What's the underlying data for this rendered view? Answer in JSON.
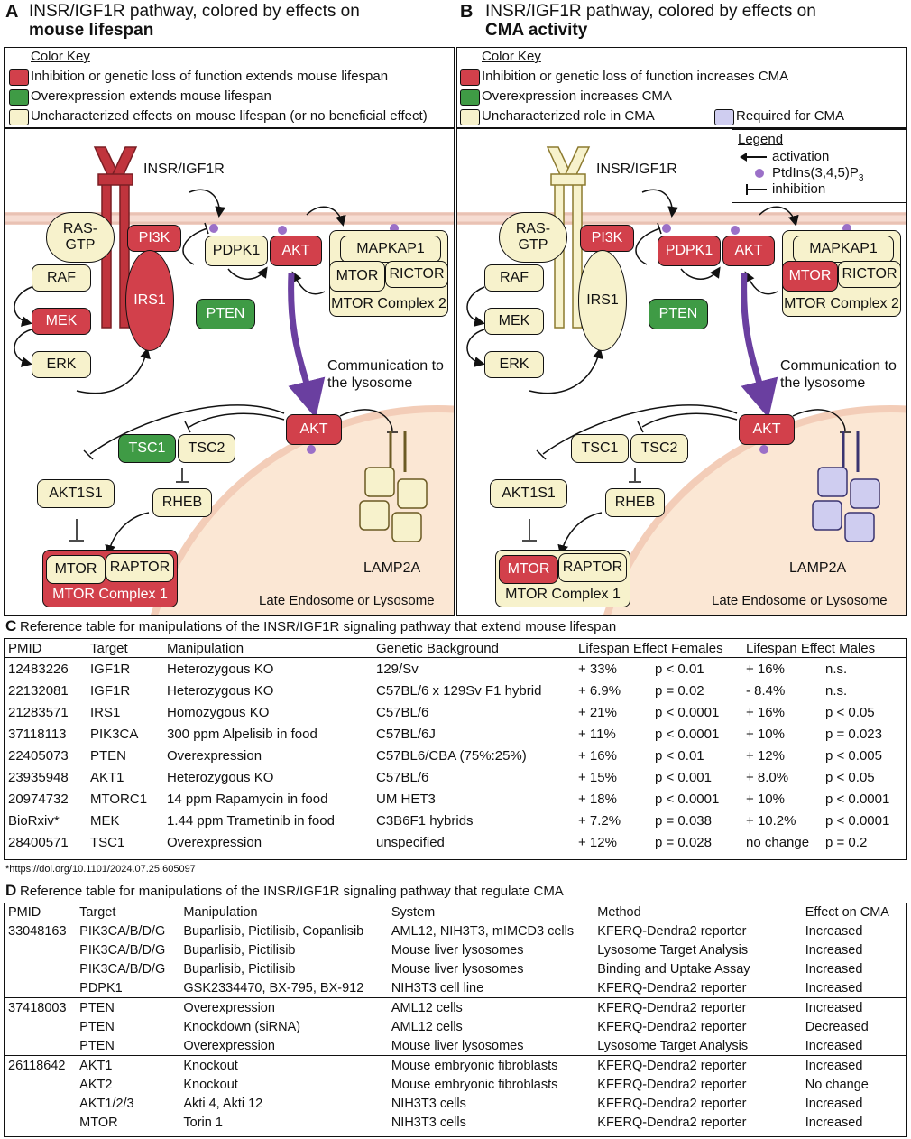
{
  "panelA": {
    "letter": "A",
    "title_line1": "INSR/IGF1R pathway, colored by effects on",
    "title_line2": "mouse lifespan",
    "color_key_title": "Color Key",
    "key_red": "Inhibition or genetic loss of function extends mouse lifespan",
    "key_green": "Overexpression extends mouse lifespan",
    "key_cream": "Uncharacterized effects on mouse lifespan (or no beneficial effect)",
    "nodes": {
      "insr": "INSR/IGF1R",
      "ras1": "RAS-",
      "ras2": "GTP",
      "pi3k": "PI3K",
      "pdpk1": "PDPK1",
      "akt": "AKT",
      "mapkap1": "MAPKAP1",
      "mtor2": "MTOR",
      "rictor": "RICTOR",
      "complex2": "MTOR Complex 2",
      "raf": "RAF",
      "mek": "MEK",
      "erk": "ERK",
      "irs1": "IRS1",
      "pten": "PTEN",
      "comm1": "Communication to",
      "comm2": "the lysosome",
      "akt_lyso": "AKT",
      "tsc1": "TSC1",
      "tsc2": "TSC2",
      "akt1s1": "AKT1S1",
      "rheb": "RHEB",
      "mtor1": "MTOR",
      "raptor": "RAPTOR",
      "complex1": "MTOR Complex 1",
      "lamp2a": "LAMP2A",
      "late": "Late Endosome or Lysosome"
    }
  },
  "panelB": {
    "letter": "B",
    "title_line1": "INSR/IGF1R pathway, colored by effects on",
    "title_line2": "CMA activity",
    "color_key_title": "Color Key",
    "key_red": "Inhibition or genetic loss of function increases CMA",
    "key_green": "Overexpression increases CMA",
    "key_cream": "Uncharacterized role in CMA",
    "key_purple": "Required for CMA",
    "legend_title": "Legend",
    "legend_activation": "activation",
    "legend_ptdins": "PtdIns(3,4,5)P",
    "legend_ptdins_sub": "3",
    "legend_inhibition": "inhibition"
  },
  "colors": {
    "red": "#d2404b",
    "green": "#3f9b45",
    "cream": "#f7f2cc",
    "purple": "#cfcdf0",
    "receptor_dark": "#9b2a30",
    "receptor_gold": "#b59a3a",
    "arrow_purple": "#6a3fa0",
    "membrane": "#e9c2b4",
    "lysosome": "#fbe7d4"
  },
  "tableC": {
    "caption_letter": "C",
    "caption": "Reference table for manipulations of the INSR/IGF1R signaling pathway that extend mouse lifespan",
    "headers": [
      "PMID",
      "Target",
      "Manipulation",
      "Genetic Background",
      "Lifespan Effect Females",
      "Lifespan Effect Males"
    ],
    "rows": [
      [
        "12483226",
        "IGF1R",
        "Heterozygous KO",
        "129/Sv",
        "+ 33%",
        "p < 0.01",
        "+ 16%",
        "n.s."
      ],
      [
        "22132081",
        "IGF1R",
        "Heterozygous KO",
        "C57BL/6 x 129Sv F1 hybrid",
        "+ 6.9%",
        "p = 0.02",
        "- 8.4%",
        "n.s."
      ],
      [
        "21283571",
        "IRS1",
        "Homozygous KO",
        "C57BL/6",
        "+ 21%",
        "p < 0.0001",
        "+ 16%",
        "p < 0.05"
      ],
      [
        "37118113",
        "PIK3CA",
        "300 ppm Alpelisib in food",
        "C57BL/6J",
        "+ 11%",
        "p < 0.0001",
        "+ 10%",
        "p = 0.023"
      ],
      [
        "22405073",
        "PTEN",
        "Overexpression",
        "C57BL6/CBA (75%:25%)",
        "+ 16%",
        "p < 0.01",
        "+ 12%",
        "p < 0.005"
      ],
      [
        "23935948",
        "AKT1",
        "Heterozygous KO",
        "C57BL/6",
        "+ 15%",
        "p < 0.001",
        "+ 8.0%",
        "p < 0.05"
      ],
      [
        "20974732",
        "MTORC1",
        "14 ppm Rapamycin in food",
        "UM HET3",
        "+ 18%",
        "p < 0.0001",
        "+ 10%",
        "p < 0.0001"
      ],
      [
        "BioRxiv*",
        "MEK",
        "1.44 ppm Trametinib in food",
        "C3B6F1 hybrids",
        "+ 7.2%",
        "p = 0.038",
        "+ 10.2%",
        "p < 0.0001"
      ],
      [
        "28400571",
        "TSC1",
        "Overexpression",
        "unspecified",
        "+ 12%",
        "p = 0.028",
        "no change",
        "p = 0.2"
      ]
    ],
    "footnote": "*https://doi.org/10.1101/2024.07.25.605097"
  },
  "tableD": {
    "caption_letter": "D",
    "caption": "Reference table for manipulations of the INSR/IGF1R signaling pathway that regulate CMA",
    "headers": [
      "PMID",
      "Target",
      "Manipulation",
      "System",
      "Method",
      "Effect on CMA"
    ],
    "rows": [
      [
        "33048163",
        "PIK3CA/B/D/G",
        "Buparlisib, Pictilisib, Copanlisib",
        "AML12, NIH3T3, mIMCD3 cells",
        "KFERQ-Dendra2 reporter",
        "Increased"
      ],
      [
        "",
        "PIK3CA/B/D/G",
        "Buparlisib, Pictilisib",
        "Mouse liver lysosomes",
        "Lysosome Target Analysis",
        "Increased"
      ],
      [
        "",
        "PIK3CA/B/D/G",
        "Buparlisib, Pictilisib",
        "Mouse liver lysosomes",
        "Binding and Uptake Assay",
        "Increased"
      ],
      [
        "",
        "PDPK1",
        "GSK2334470, BX-795, BX-912",
        "NIH3T3 cell line",
        "KFERQ-Dendra2 reporter",
        "Increased"
      ],
      [
        "37418003",
        "PTEN",
        "Overexpression",
        "AML12 cells",
        "KFERQ-Dendra2 reporter",
        "Increased"
      ],
      [
        "",
        "PTEN",
        "Knockdown (siRNA)",
        "AML12 cells",
        "KFERQ-Dendra2 reporter",
        "Decreased"
      ],
      [
        "",
        "PTEN",
        "Overexpression",
        "Mouse liver lysosomes",
        "Lysosome Target Analysis",
        "Increased"
      ],
      [
        "26118642",
        "AKT1",
        "Knockout",
        "Mouse embryonic fibroblasts",
        "KFERQ-Dendra2 reporter",
        "Increased"
      ],
      [
        "",
        "AKT2",
        "Knockout",
        "Mouse embryonic fibroblasts",
        "KFERQ-Dendra2 reporter",
        "No change"
      ],
      [
        "",
        "AKT1/2/3",
        "Akti 4, Akti 12",
        "NIH3T3 cells",
        "KFERQ-Dendra2 reporter",
        "Increased"
      ],
      [
        "",
        "MTOR",
        "Torin 1",
        "NIH3T3 cells",
        "KFERQ-Dendra2 reporter",
        "Increased"
      ]
    ]
  }
}
